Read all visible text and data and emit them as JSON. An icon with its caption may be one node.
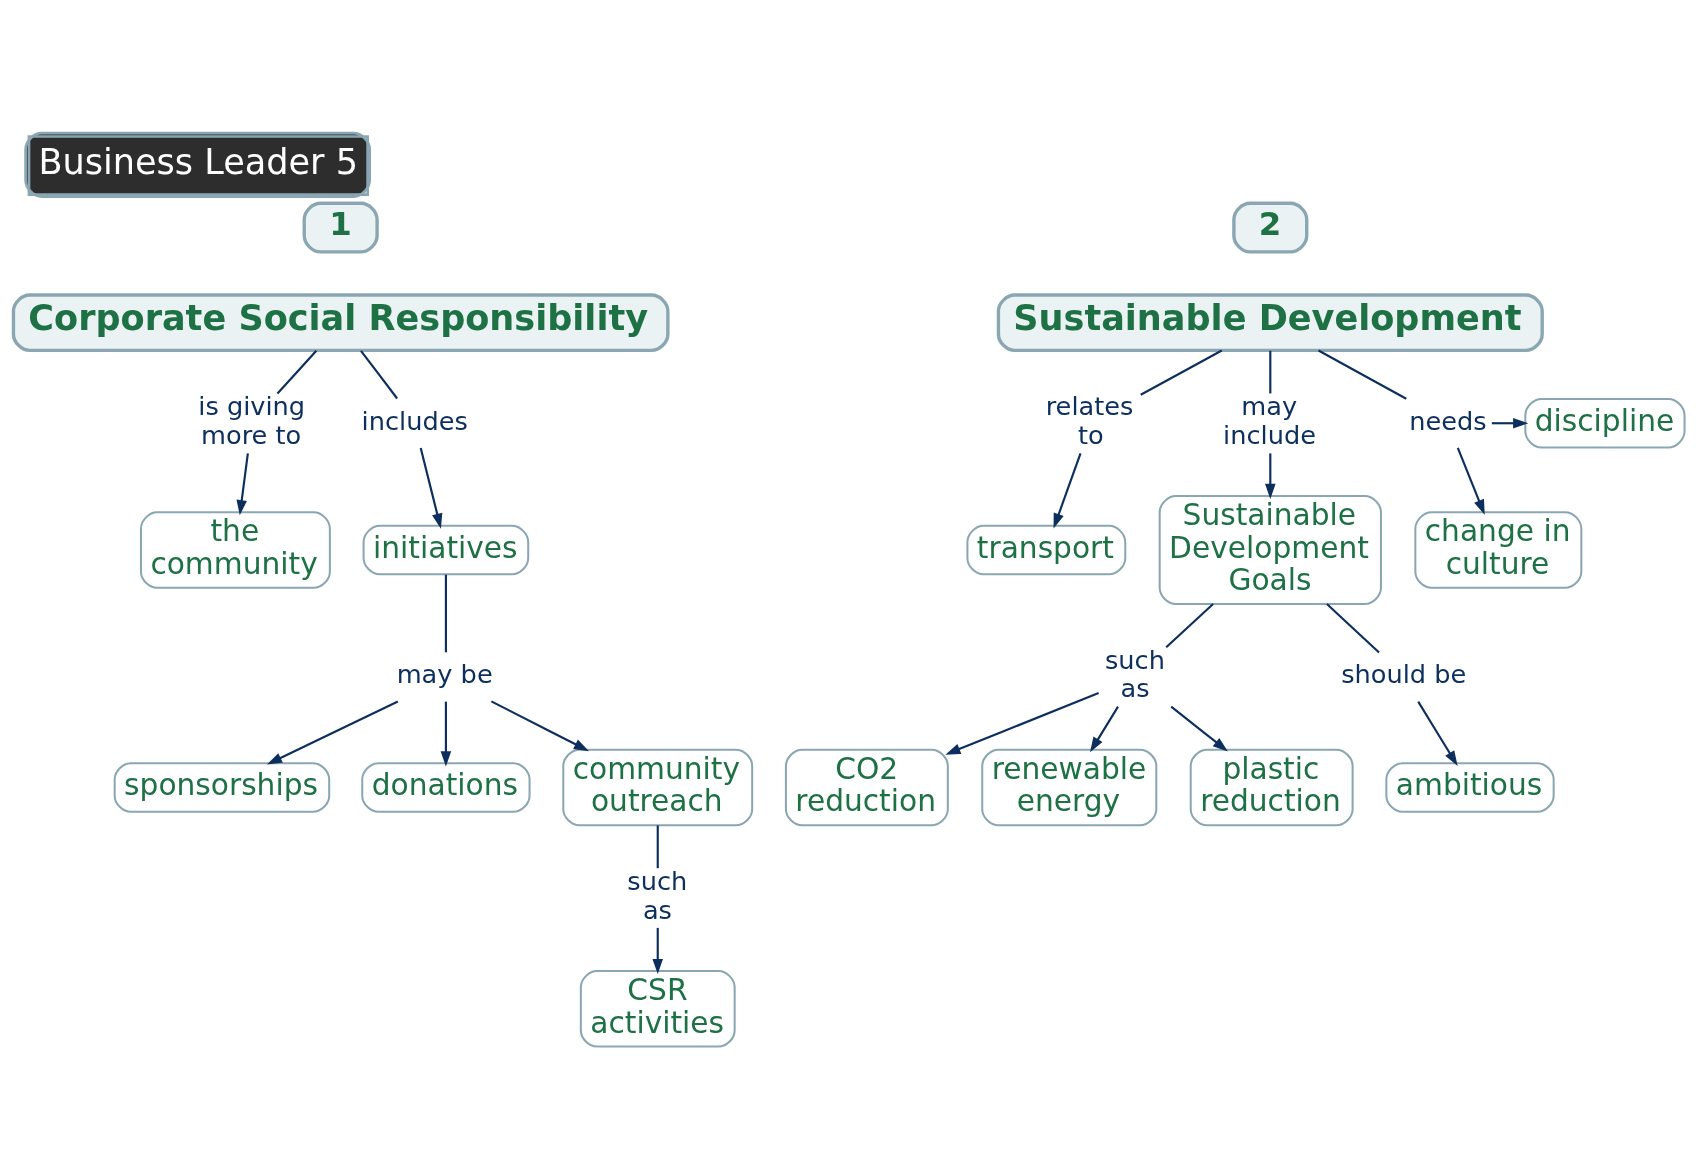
{
  "diagram": {
    "title": "Business Leader 5",
    "nodes": [
      {
        "text": [
          "1"
        ]
      },
      {
        "text": [
          "Corporate Social Responsibility"
        ]
      },
      {
        "text": [
          "is giving more to"
        ]
      },
      {
        "text": [
          "includes"
        ]
      },
      {
        "text": [
          "the community"
        ]
      },
      {
        "text": [
          "initiatives"
        ]
      },
      {
        "text": [
          "may be"
        ]
      },
      {
        "text": [
          "sponsorships"
        ]
      },
      {
        "text": [
          "donations"
        ]
      },
      {
        "text": [
          "community outreach"
        ]
      },
      {
        "text": [
          "such as"
        ]
      },
      {
        "text": [
          "CSR activities"
        ]
      },
      {
        "text": [
          "2"
        ]
      },
      {
        "text": [
          "Sustainable Development"
        ]
      },
      {
        "text": [
          "relates to"
        ]
      },
      {
        "text": [
          "may include"
        ]
      },
      {
        "text": [
          "needs"
        ]
      },
      {
        "text": [
          "discipline"
        ]
      },
      {
        "text": [
          "change in culture"
        ]
      },
      {
        "text": [
          "transport"
        ]
      },
      {
        "text": [
          "Sustainable Development Goals"
        ]
      },
      {
        "text": [
          "such as"
        ]
      },
      {
        "text": [
          "should be"
        ]
      },
      {
        "text": [
          "CO2 reduction"
        ]
      },
      {
        "text": [
          "renewable energy"
        ]
      },
      {
        "text": [
          "ambitious"
        ]
      },
      {
        "text": [
          "plastic reduction"
        ]
      }
    ],
    "edges": [
      {
        "from": 1,
        "to": 2,
        "arrow": "none"
      },
      {
        "from": 2,
        "to": 4,
        "arrow": "to"
      },
      {
        "from": 1,
        "to": 3,
        "arrow": "none"
      },
      {
        "from": 3,
        "to": 5,
        "arrow": "to"
      },
      {
        "from": 5,
        "to": 6,
        "arrow": "none"
      },
      {
        "from": 6,
        "to": 7,
        "arrow": "to"
      },
      {
        "from": 6,
        "to": 8,
        "arrow": "to"
      },
      {
        "from": 6,
        "to": 9,
        "arrow": "to"
      },
      {
        "from": 9,
        "to": 10,
        "arrow": "none"
      },
      {
        "from": 10,
        "to": 11,
        "arrow": "to"
      },
      {
        "from": 13,
        "to": 14,
        "arrow": "none"
      },
      {
        "from": 14,
        "to": 19,
        "arrow": "to"
      },
      {
        "from": 13,
        "to": 15,
        "arrow": "none"
      },
      {
        "from": 15,
        "to": 20,
        "arrow": "to"
      },
      {
        "from": 13,
        "to": 16,
        "arrow": "none"
      },
      {
        "from": 16,
        "to": 17,
        "arrow": "to"
      },
      {
        "from": 16,
        "to": 18,
        "arrow": "to"
      },
      {
        "from": 20,
        "to": 21,
        "arrow": "none"
      },
      {
        "from": 21,
        "to": 23,
        "arrow": "to"
      },
      {
        "from": 21,
        "to": 24,
        "arrow": "to"
      },
      {
        "from": 21,
        "to": 26,
        "arrow": "to"
      },
      {
        "from": 20,
        "to": 22,
        "arrow": "none"
      },
      {
        "from": 22,
        "to": 25,
        "arrow": "to"
      }
    ]
  }
}
